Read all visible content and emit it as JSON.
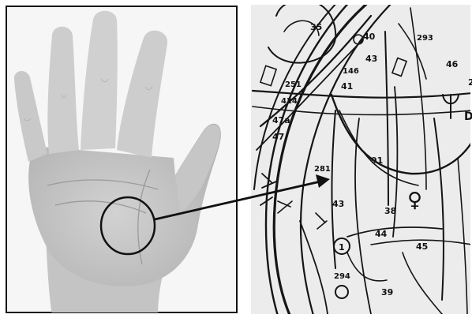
{
  "left_panel": {
    "subject": "open-palm-photo",
    "circle_marker": "zoom-region-circle",
    "arrow": "arrow-to-detail"
  },
  "right_panel": {
    "labels": {
      "l35": "35",
      "l40": "40",
      "l293": "293",
      "l43a": "43",
      "l46": "46",
      "l2": "2",
      "l251": "251",
      "l146": "146",
      "l424": "424",
      "l41": "41",
      "l47a": "47a",
      "l47": "47",
      "l281": "281",
      "l91": "91",
      "l43b": "43",
      "l38": "38",
      "l44": "44",
      "l45": "45",
      "l1": "1",
      "l294": "294",
      "l39": "39"
    },
    "symbols": {
      "venus": "♀",
      "d_glyph": "D"
    }
  },
  "colors": {
    "ink": "#111111",
    "skin_light": "#d8d8d8",
    "skin_mid": "#bdbdbd",
    "panel_bg": "#f3f3f3",
    "right_bg": "#e9e9e9"
  }
}
